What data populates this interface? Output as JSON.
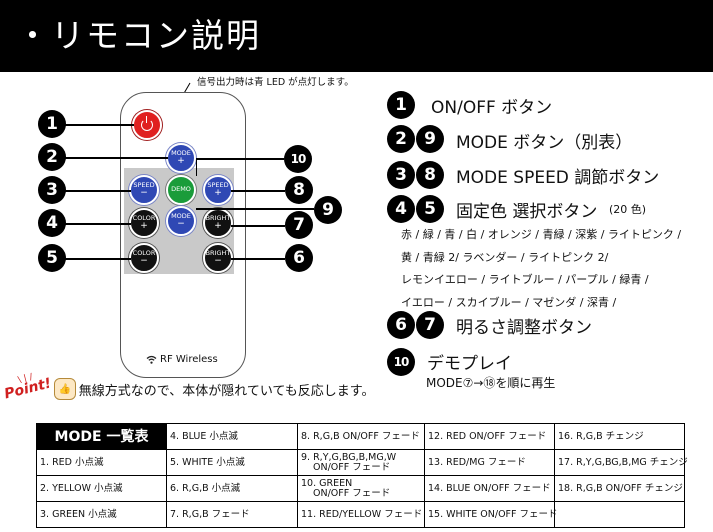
{
  "header": {
    "title": "・リモコン説明"
  },
  "remote": {
    "led_note": "信号出力時は青 LED が点灯します。",
    "rf_label": "RF Wireless",
    "buttons": {
      "mode_plus": {
        "top": "MODE",
        "sign": "+"
      },
      "speed_minus": {
        "top": "SPEED",
        "sign": "−"
      },
      "demo": {
        "label": "DEMO"
      },
      "speed_plus": {
        "top": "SPEED",
        "sign": "+"
      },
      "color_plus": {
        "top": "COLOR",
        "sign": "+"
      },
      "mode_minus": {
        "top": "MODE",
        "sign": "−"
      },
      "bright_plus": {
        "top": "BRIGHT",
        "sign": "+"
      },
      "color_minus": {
        "top": "COLOR",
        "sign": "−"
      },
      "bright_minus": {
        "top": "BRIGHT",
        "sign": "−"
      }
    }
  },
  "markers": {
    "n1": "1",
    "n2": "2",
    "n3": "3",
    "n4": "4",
    "n5": "5",
    "n6": "6",
    "n7": "7",
    "n8": "8",
    "n9": "9",
    "n10": "10"
  },
  "legend": {
    "on_off": "ON/OFF ボタン",
    "mode": "MODE ボタン（別表）",
    "mode_speed": "MODE SPEED 調節ボタン",
    "fixed_color": "固定色 選択ボタン",
    "fixed_color_count": "(20 色)",
    "color_lines": [
      "赤 / 緑 / 青 / 白 / オレンジ / 青緑 / 深紫 / ライトピンク /",
      "黄 / 青緑 2/ ラベンダー / ライトピンク 2/",
      "レモンイエロー / ライトブルー / パープル / 緑青 /",
      "イエロー / スカイブルー / マゼンダ / 深青 /"
    ],
    "brightness": "明るさ調整ボタン",
    "demo_play": "デモプレイ",
    "demo_note": "MODE⑦→⑱を順に再生"
  },
  "point": {
    "badge": "Point!",
    "text": "無線方式なので、本体が隠れていても反応します。"
  },
  "mode_table": {
    "header": "MODE 一覧表",
    "rows": [
      [
        "",
        "4. BLUE 小点滅",
        "8. R,G,B ON/OFF フェード",
        "12. RED ON/OFF フェード",
        "16. R,G,B チェンジ"
      ],
      [
        "1. RED 小点滅",
        "5. WHITE 小点滅",
        "9. R,Y,G,BG,B,MG,W|ON/OFF フェード",
        "13. RED/MG フェード",
        "17. R,Y,G,BG,B,MG チェンジ"
      ],
      [
        "2. YELLOW 小点滅",
        "6. R,G,B 小点滅",
        "10. GREEN|ON/OFF フェード",
        "14. BLUE ON/OFF フェード",
        "18. R,G,B ON/OFF チェンジ"
      ],
      [
        "3. GREEN 小点滅",
        "7. R,G,B フェード",
        "11. RED/YELLOW フェード",
        "15. WHITE ON/OFF フェード",
        ""
      ]
    ]
  }
}
